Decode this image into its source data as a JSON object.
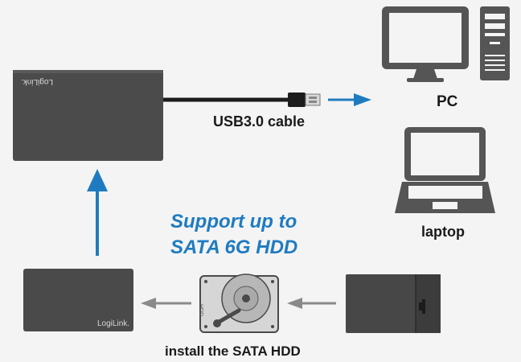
{
  "labels": {
    "usb_cable": "USB3.0 cable",
    "pc": "PC",
    "laptop": "laptop",
    "install": "install the SATA HDD",
    "support_line1": "Support up to",
    "support_line2": "SATA 6G HDD"
  },
  "brand": {
    "enclosure_top": "LogiLink.",
    "enclosure_bottom": "LogiLink.",
    "hdd_label": "HDD"
  },
  "colors": {
    "accent_blue": "#1f7bc0",
    "arrow_gray": "#8a8a8a",
    "device_dark": "#4a4a4a",
    "background": "#f4f4f4"
  }
}
